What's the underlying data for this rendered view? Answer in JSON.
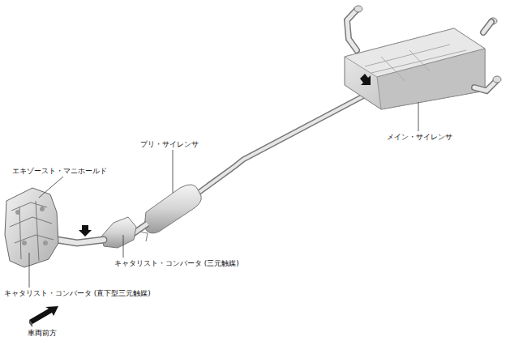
{
  "diagram": {
    "labels": [
      "エキゾースト・マニホールド",
      "プリ・サイレンサ",
      "メイン・サイレンサ",
      "キャタリスト・コンバータ (三元触媒)",
      "キャタリスト・コンバータ (直下型三元触媒)",
      "車両前方"
    ]
  }
}
